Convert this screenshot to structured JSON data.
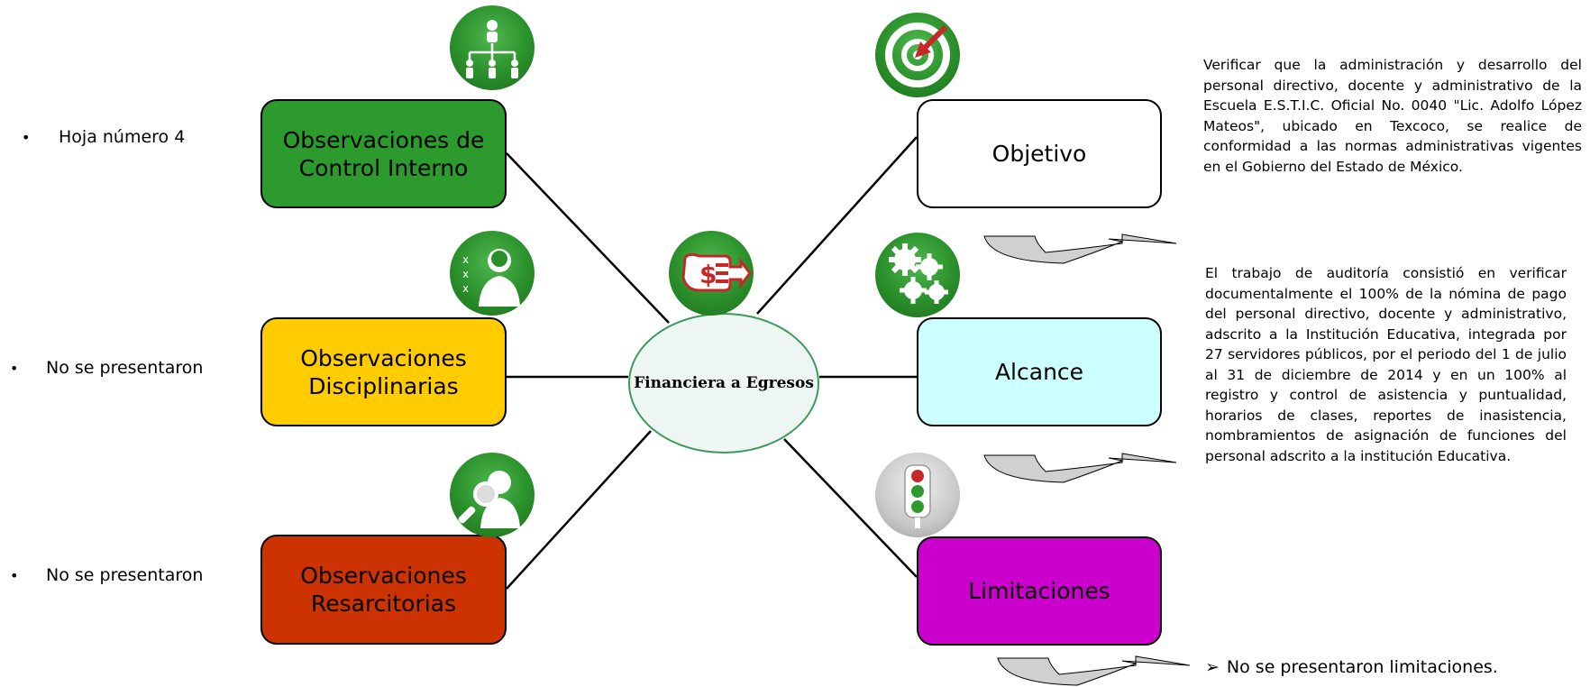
{
  "center": {
    "label": "Financiera a Egresos"
  },
  "left_boxes": [
    {
      "label": "Observaciones de\nControl Interno",
      "color": "#2d9a2d",
      "note": "Hoja número 4",
      "icon": "org-chart-icon"
    },
    {
      "label": "Observaciones\nDisciplinarias",
      "color": "#ffcc00",
      "note": "No se presentaron",
      "icon": "person-checklist-icon"
    },
    {
      "label": "Observaciones\nResarcitorias",
      "color": "#cc3300",
      "note": "No se presentaron",
      "icon": "person-magnifier-icon"
    }
  ],
  "right_boxes": [
    {
      "label": "Objetivo",
      "color": "#ffffff",
      "icon": "target-arrow-icon"
    },
    {
      "label": "Alcance",
      "color": "#ccffff",
      "icon": "gears-icon"
    },
    {
      "label": "Limitaciones",
      "color": "#cc00cc",
      "icon": "traffic-light-icon"
    }
  ],
  "center_icon": "hand-money-icon",
  "bullet_symbol": "•",
  "descriptions": {
    "objetivo": "Verificar que la administración y desarrollo del personal directivo, docente y administrativo de la Escuela E.S.T.I.C. Oficial No. 0040 \"Lic. Adolfo López Mateos\", ubicado en Texcoco, se realice de conformidad a las normas administrativas vigentes en el Gobierno del Estado de México.",
    "alcance": "El trabajo de auditoría consistió en verificar documentalmente el 100% de la nómina de pago del personal directivo, docente y administrativo, adscrito a la Institución Educativa, integrada por 27 servidores públicos, por el periodo del 1 de julio al 31 de diciembre de 2014 y en un 100% al registro y control de asistencia y puntualidad, horarios de clases, reportes de inasistencia, nombramientos de asignación de funciones del personal adscrito a la institución Educativa.",
    "limitaciones_marker": "➢",
    "limitaciones": "No se presentaron limitaciones."
  }
}
